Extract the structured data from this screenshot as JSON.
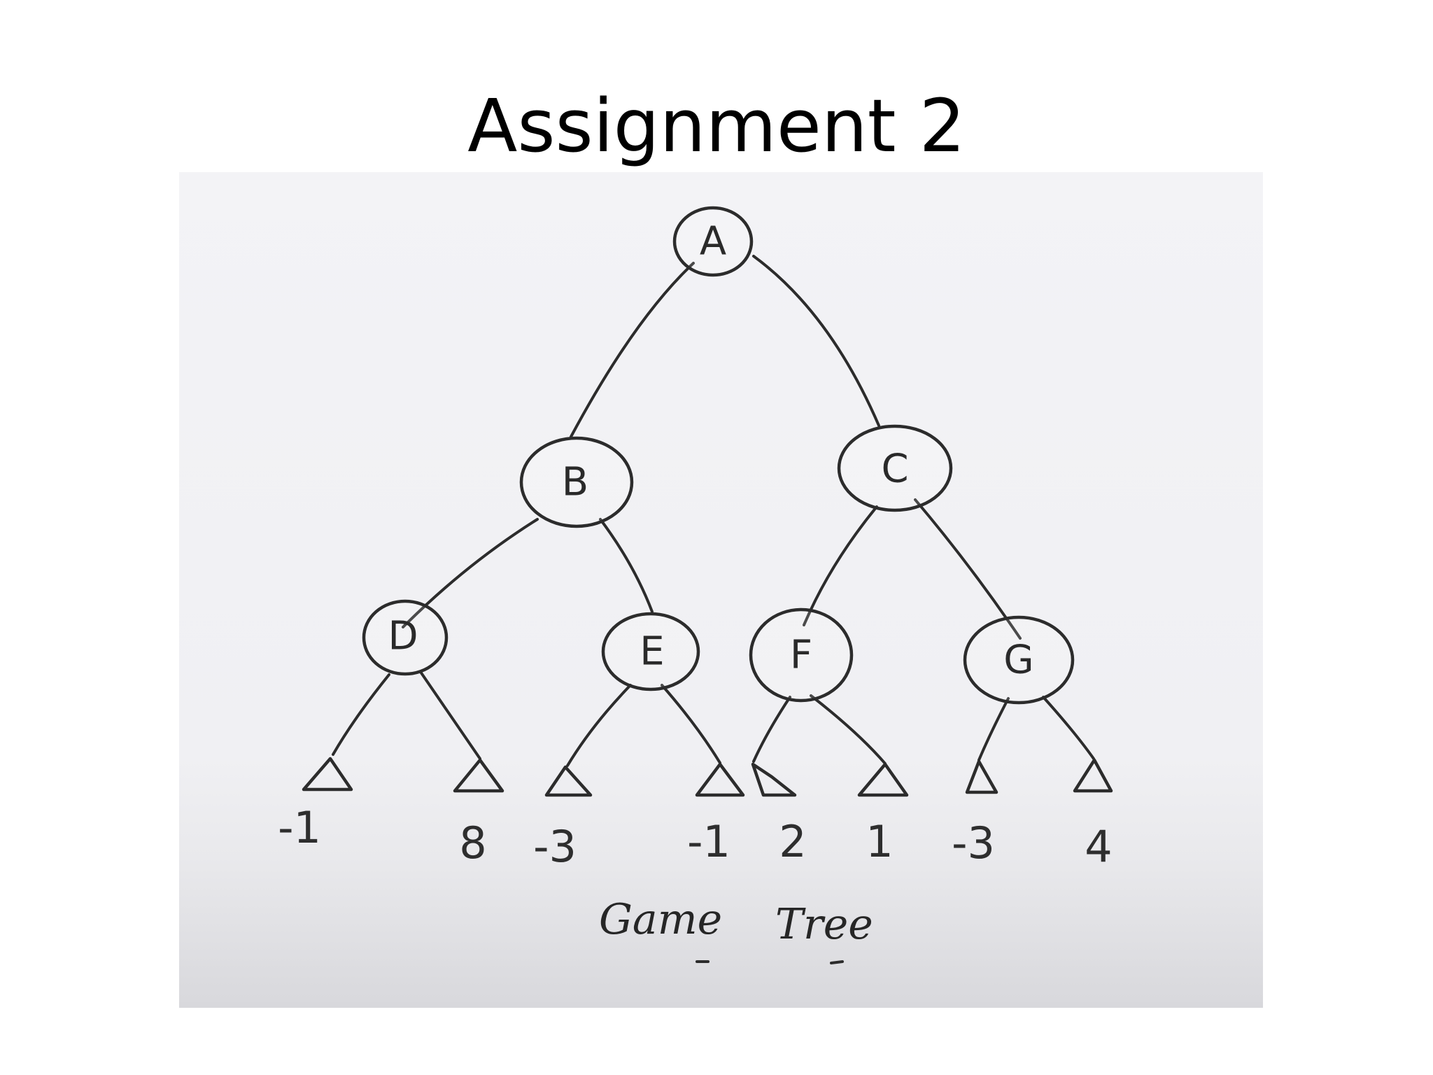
{
  "slide": {
    "title": "Assignment 2"
  },
  "diagram": {
    "caption": {
      "word1": "Game",
      "word2": "Tree"
    },
    "nodes": {
      "A": "A",
      "B": "B",
      "C": "C",
      "D": "D",
      "E": "E",
      "F": "F",
      "G": "G"
    },
    "edges": [
      [
        "A",
        "B"
      ],
      [
        "A",
        "C"
      ],
      [
        "B",
        "D"
      ],
      [
        "B",
        "E"
      ],
      [
        "C",
        "F"
      ],
      [
        "C",
        "G"
      ],
      [
        "D",
        "leaf1"
      ],
      [
        "D",
        "leaf2"
      ],
      [
        "E",
        "leaf3"
      ],
      [
        "E",
        "leaf4"
      ],
      [
        "F",
        "leaf5"
      ],
      [
        "F",
        "leaf6"
      ],
      [
        "G",
        "leaf7"
      ],
      [
        "G",
        "leaf8"
      ]
    ],
    "leaves": [
      {
        "id": "leaf1",
        "parent": "D",
        "value": "-1"
      },
      {
        "id": "leaf2",
        "parent": "D",
        "value": "8"
      },
      {
        "id": "leaf3",
        "parent": "E",
        "value": "-3"
      },
      {
        "id": "leaf4",
        "parent": "E",
        "value": "-1"
      },
      {
        "id": "leaf5",
        "parent": "F",
        "value": "2"
      },
      {
        "id": "leaf6",
        "parent": "F",
        "value": "1"
      },
      {
        "id": "leaf7",
        "parent": "G",
        "value": "-3"
      },
      {
        "id": "leaf8",
        "parent": "G",
        "value": "4"
      }
    ]
  }
}
